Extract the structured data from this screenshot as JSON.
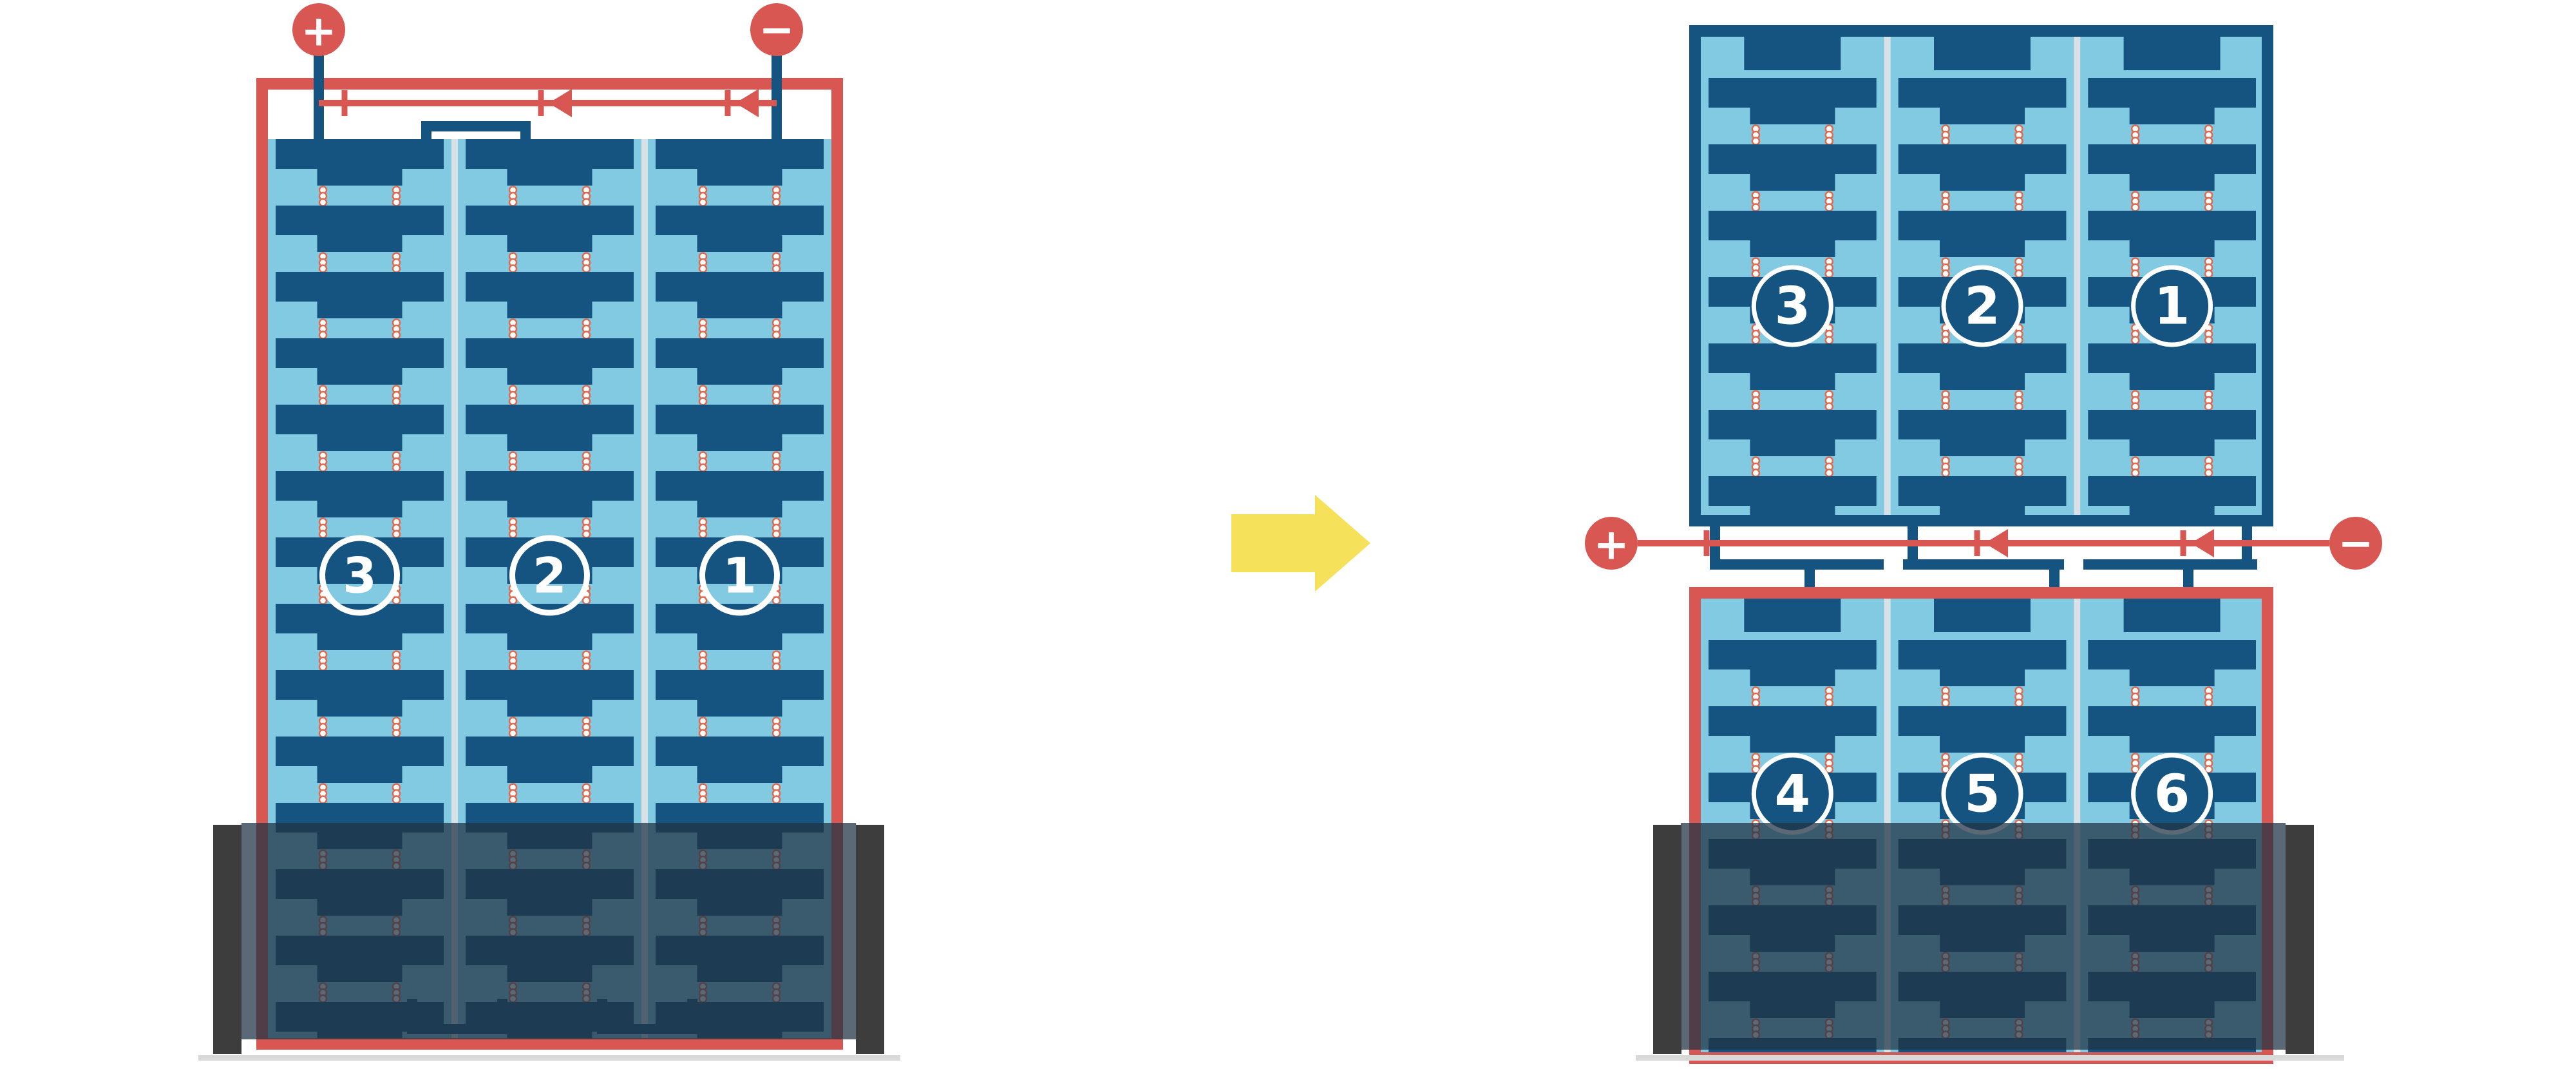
{
  "colors": {
    "red": "#d85752",
    "navy": "#155481",
    "cell": "#155481",
    "panel_blue": "#82c9e2",
    "separator": "#d8e2e6",
    "shade_overlay": "rgba(33,53,69,0.74)",
    "mount_bar": "#3d3d3d",
    "dot_fill": "#ffffff",
    "dot_ring": "#e06a4f",
    "arrow_yellow": "#f6e15b",
    "label_white": "#ffffff",
    "baseline_gray": "#d9d9d9"
  },
  "left_panel": {
    "cell_labels": [
      "3",
      "2",
      "1"
    ],
    "terminal_positive": "+",
    "terminal_negative": "−"
  },
  "right_top_panel": {
    "cell_labels": [
      "3",
      "2",
      "1"
    ]
  },
  "right_bottom_panel": {
    "cell_labels": [
      "4",
      "5",
      "6"
    ]
  },
  "right_terminals": {
    "positive": "+",
    "negative": "−"
  }
}
